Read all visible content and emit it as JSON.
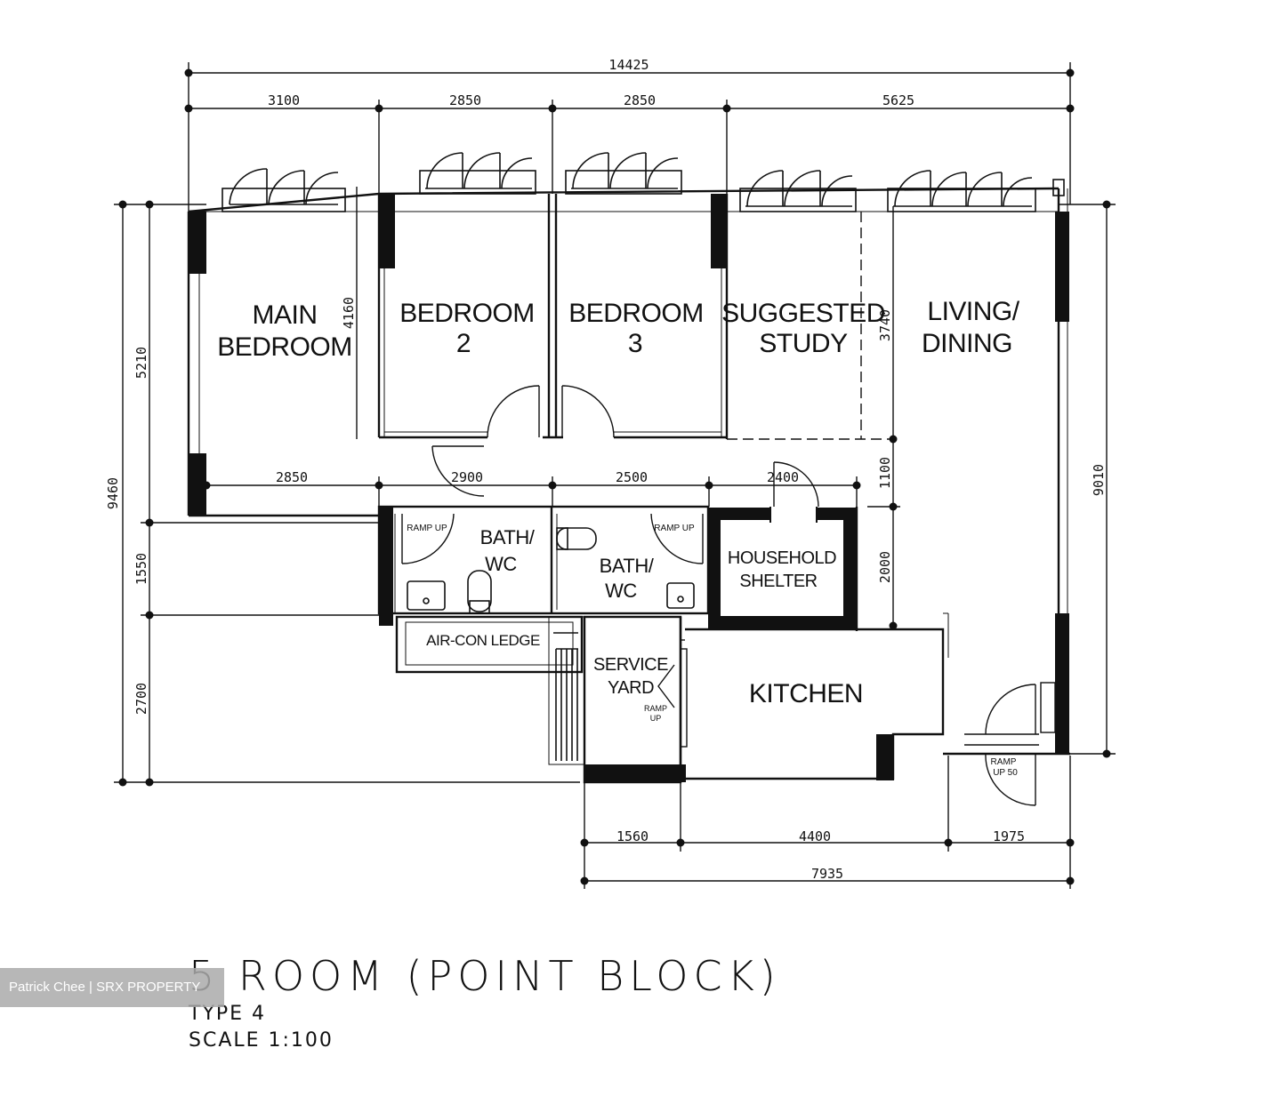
{
  "plan": {
    "dims_top": {
      "overall": "14425",
      "seg1": "3100",
      "seg2": "2850",
      "seg3": "2850",
      "seg4": "5625"
    },
    "dims_mid": {
      "seg1": "2850",
      "seg2": "2900",
      "seg3": "2500",
      "seg4": "2400"
    },
    "dims_bottom": {
      "seg1": "1560",
      "seg2": "4400",
      "seg3": "1975",
      "overall": "7935"
    },
    "dims_left": {
      "overall": "9460",
      "seg1": "5210",
      "seg2": "1550",
      "seg3": "2700"
    },
    "dims_right": {
      "overall": "9010"
    },
    "dims_inner": {
      "bedroom": "4160",
      "study": "3740",
      "corridor": "1100",
      "shelter": "2000"
    },
    "rooms": {
      "main_bedroom_1": "MAIN",
      "main_bedroom_2": "BEDROOM",
      "bedroom2_1": "BEDROOM",
      "bedroom2_2": "2",
      "bedroom3_1": "BEDROOM",
      "bedroom3_2": "3",
      "study_1": "SUGGESTED",
      "study_2": "STUDY",
      "living_1": "LIVING/",
      "living_2": "DINING",
      "bath1_1": "BATH/",
      "bath1_2": "WC",
      "bath2_1": "BATH/",
      "bath2_2": "WC",
      "shelter_1": "HOUSEHOLD",
      "shelter_2": "SHELTER",
      "aircon": "AIR-CON LEDGE",
      "service_1": "SERVICE",
      "service_2": "YARD",
      "kitchen": "KITCHEN"
    },
    "ramps": {
      "bath1": "RAMP UP",
      "bath2": "RAMP UP",
      "yard_1": "RAMP",
      "yard_2": "UP",
      "entry_1": "RAMP",
      "entry_2": "UP 50"
    }
  },
  "caption": {
    "title": "5 ROOM (POINT BLOCK)",
    "type": "TYPE 4",
    "scale": "SCALE 1:100"
  },
  "watermark": "Patrick Chee | SRX PROPERTY"
}
